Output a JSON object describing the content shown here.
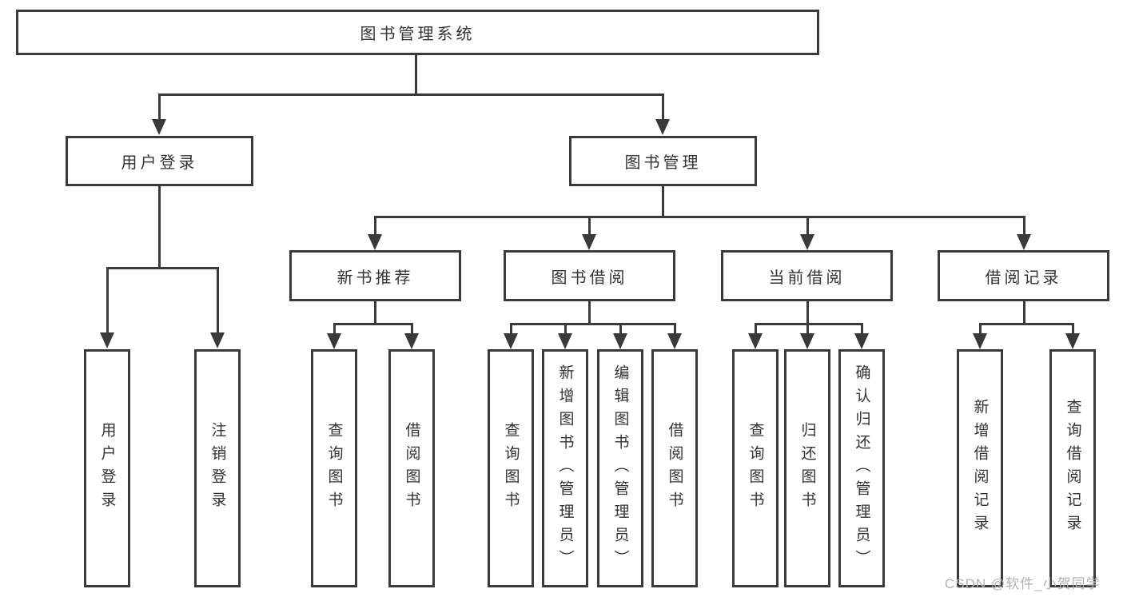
{
  "diagram": {
    "root": {
      "label": "图书管理系统"
    },
    "level2": [
      {
        "label": "用户登录"
      },
      {
        "label": "图书管理"
      }
    ],
    "level3": [
      {
        "label": "新书推荐",
        "parent": "图书管理"
      },
      {
        "label": "图书借阅",
        "parent": "图书管理"
      },
      {
        "label": "当前借阅",
        "parent": "图书管理"
      },
      {
        "label": "借阅记录",
        "parent": "图书管理"
      }
    ],
    "leaves": [
      {
        "label": "用户登录",
        "parent": "用户登录"
      },
      {
        "label": "注销登录",
        "parent": "用户登录"
      },
      {
        "label": "查询图书",
        "parent": "新书推荐"
      },
      {
        "label": "借阅图书",
        "parent": "新书推荐"
      },
      {
        "label": "查询图书",
        "parent": "图书借阅"
      },
      {
        "label": "新增图书（管理员）",
        "parent": "图书借阅"
      },
      {
        "label": "编辑图书（管理员）",
        "parent": "图书借阅"
      },
      {
        "label": "借阅图书",
        "parent": "图书借阅"
      },
      {
        "label": "查询图书",
        "parent": "当前借阅"
      },
      {
        "label": "归还图书",
        "parent": "当前借阅"
      },
      {
        "label": "确认归还（管理员）",
        "parent": "当前借阅"
      },
      {
        "label": "新增借阅记录",
        "parent": "借阅记录"
      },
      {
        "label": "查询借阅记录",
        "parent": "借阅记录"
      }
    ],
    "colors": {
      "line": "#3a3a3a",
      "text": "#333333",
      "background": "#ffffff",
      "watermark": "#b2b2b6"
    }
  },
  "watermark": {
    "text": "CSDN @软件_小贺同学"
  }
}
